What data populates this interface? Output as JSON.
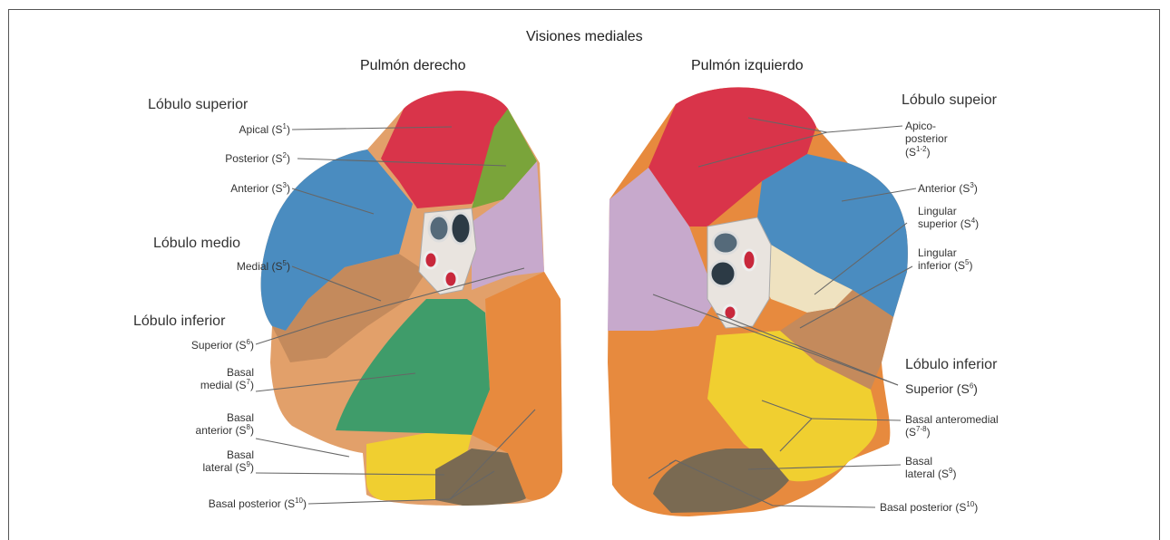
{
  "figure": {
    "title": "Visiones mediales",
    "right_lung": {
      "heading": "Pulmón derecho",
      "lobes": {
        "superior": "Lóbulo superior",
        "middle": "Lóbulo medio",
        "inferior": "Lóbulo inferior"
      },
      "segments": {
        "s1": {
          "name": "Apical (S",
          "num": "1",
          "end": ")"
        },
        "s2": {
          "name": "Posterior (S",
          "num": "2",
          "end": ")"
        },
        "s3": {
          "name": "Anterior (S",
          "num": "3",
          "end": ")"
        },
        "s5": {
          "name": "Medial (S",
          "num": "5",
          "end": ")"
        },
        "s6": {
          "name": "Superior (S",
          "num": "6",
          "end": ")"
        },
        "s7": {
          "line1": "Basal",
          "line2": "medial (S",
          "num": "7",
          "end": ")"
        },
        "s8": {
          "line1": "Basal",
          "line2": "anterior (S",
          "num": "8",
          "end": ")"
        },
        "s9": {
          "line1": "Basal",
          "line2": "lateral (S",
          "num": "9",
          "end": ")"
        },
        "s10": {
          "name": "Basal posterior (S",
          "num": "10",
          "end": ")"
        }
      }
    },
    "left_lung": {
      "heading": "Pulmón izquierdo",
      "lobes": {
        "superior": "Lóbulo supeior",
        "inferior": "Lóbulo inferior"
      },
      "segments": {
        "s12": {
          "line1": "Apico-",
          "line2": "posterior",
          "line3": "(S",
          "num": "1-2",
          "end": ")"
        },
        "s3": {
          "name": "Anterior (S",
          "num": "3",
          "end": ")"
        },
        "s4": {
          "line1": "Lingular",
          "line2": "superior (S",
          "num": "4",
          "end": ")"
        },
        "s5": {
          "line1": "Lingular",
          "line2": "inferior (S",
          "num": "5",
          "end": ")"
        },
        "s6": {
          "name": "Superior (S",
          "num": "6",
          "end": ")"
        },
        "s78": {
          "line1": "Basal anteromedial",
          "line2": "(S",
          "num": "7-8",
          "end": ")"
        },
        "s9": {
          "line1": "Basal",
          "line2": "lateral (S",
          "num": "9",
          "end": ")"
        },
        "s10": {
          "name": "Basal posterior (S",
          "num": "10",
          "end": ")"
        }
      }
    },
    "colors": {
      "apical_red": "#d9344a",
      "posterior_green": "#7aa43a",
      "anterior_blue": "#4a8cc0",
      "medial_brown": "#c48a5c",
      "superior_lilac": "#c7a9cc",
      "basal_medial_green": "#3f9c6a",
      "basal_anterior_yellow": "#f0cf30",
      "basal_lateral_orange": "#e78a3e",
      "basal_posterior_gray": "#7a6a52",
      "lingular_cream": "#efe2c0"
    }
  }
}
